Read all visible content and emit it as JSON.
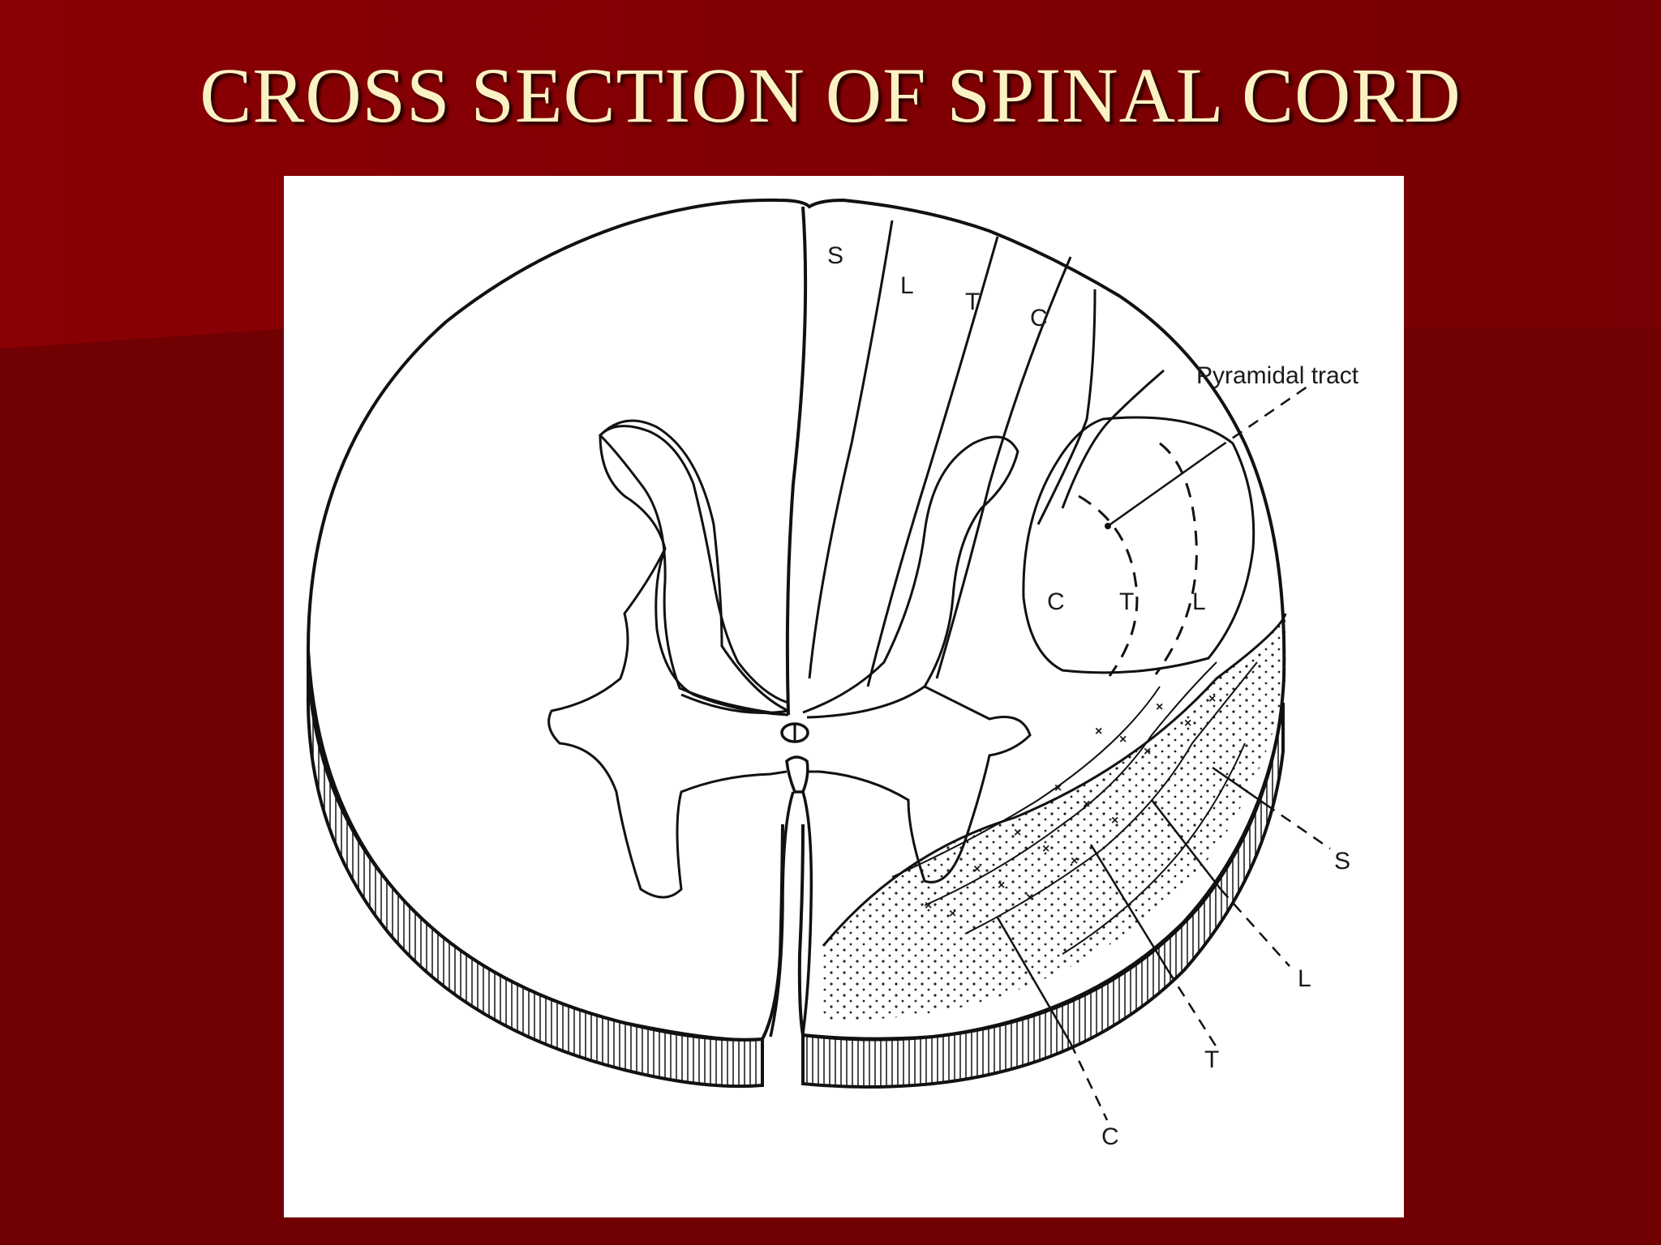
{
  "slide": {
    "title": "CROSS SECTION OF SPINAL CORD"
  },
  "diagram": {
    "column_labels": [
      "S",
      "L",
      "T",
      "C"
    ],
    "pyramidal_label": "Pyramidal tract",
    "pyramidal_parts": [
      "C",
      "T",
      "L"
    ],
    "spinothalamic_labels": [
      "S",
      "L",
      "T",
      "C"
    ],
    "colors": {
      "background": "#7a0003",
      "title": "#fbf2c4",
      "ink": "#1a1a1a",
      "panel": "#ffffff"
    }
  }
}
